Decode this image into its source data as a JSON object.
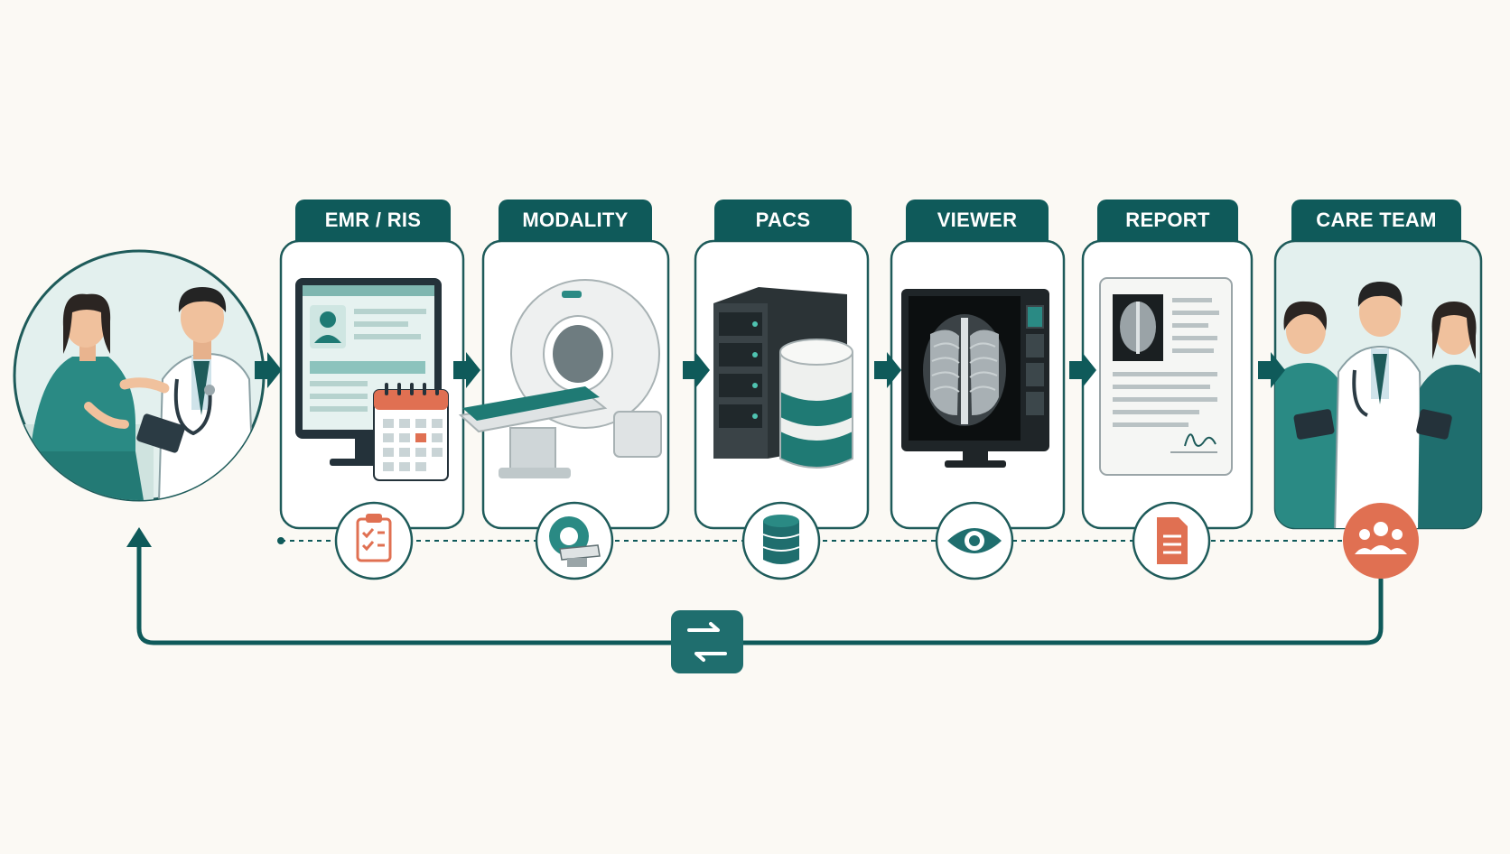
{
  "stages": [
    {
      "label": "EMR / RIS",
      "icon": "clipboard-check-icon"
    },
    {
      "label": "MODALITY",
      "icon": "scanner-icon"
    },
    {
      "label": "PACS",
      "icon": "database-icon"
    },
    {
      "label": "VIEWER",
      "icon": "eye-icon"
    },
    {
      "label": "REPORT",
      "icon": "document-icon"
    },
    {
      "label": "CARE TEAM",
      "icon": "team-icon"
    }
  ],
  "colors": {
    "background": "#fbf9f4",
    "teal_dark": "#0f5a5a",
    "teal": "#2a8a84",
    "teal_light": "#e3f0ee",
    "accent_orange": "#e07052",
    "ink": "#24323a"
  },
  "loop": {
    "icon": "exchange-arrows-icon"
  }
}
